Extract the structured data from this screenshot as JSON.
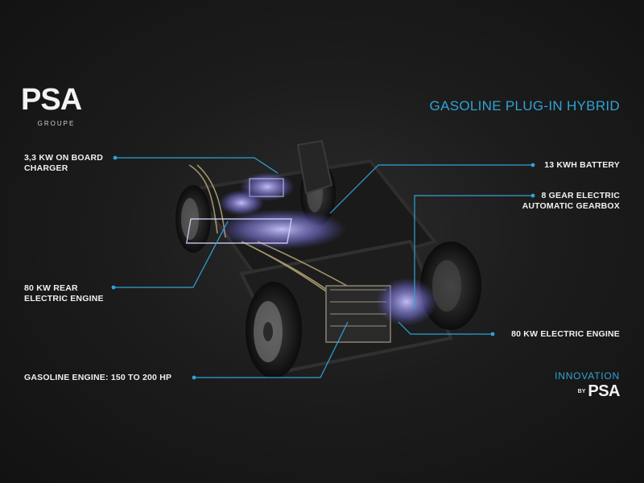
{
  "logo": {
    "word": "PSA",
    "sub": "GROUPE"
  },
  "title": "GASOLINE PLUG-IN HYBRID",
  "labels": {
    "charger_l1": "3,3 KW ON BOARD",
    "charger_l2": "CHARGER",
    "rear_l1": "80 KW REAR",
    "rear_l2": "ELECTRIC ENGINE",
    "gas": "GASOLINE ENGINE: 150 TO 200 HP",
    "battery": "13 KWH BATTERY",
    "gearbox_l1": "8 GEAR ELECTRIC",
    "gearbox_l2": "AUTOMATIC GEARBOX",
    "electric": "80 KW ELECTRIC ENGINE"
  },
  "innovation": {
    "top": "INNOVATION",
    "by": "BY",
    "brand": "PSA"
  },
  "colors": {
    "accent": "#2fa3d6",
    "glow": "#8f8cff",
    "text": "#f0f0f0"
  }
}
